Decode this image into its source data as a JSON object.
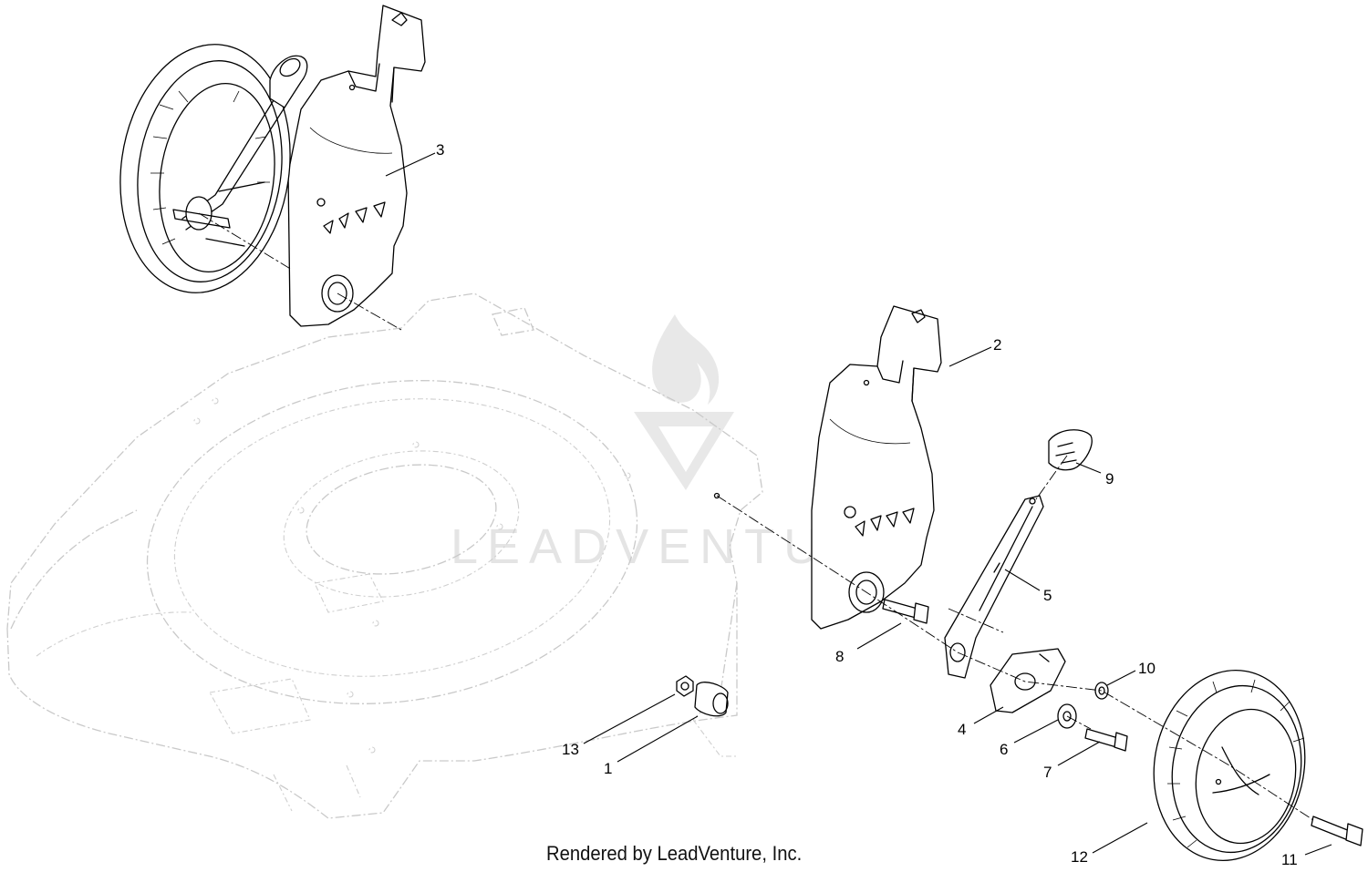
{
  "watermark": {
    "text": "LEADVENTURE"
  },
  "credit": "Rendered by LeadVenture, Inc.",
  "callouts": [
    {
      "id": "1",
      "label": "1"
    },
    {
      "id": "2",
      "label": "2"
    },
    {
      "id": "3",
      "label": "3"
    },
    {
      "id": "4",
      "label": "4"
    },
    {
      "id": "5",
      "label": "5"
    },
    {
      "id": "6",
      "label": "6"
    },
    {
      "id": "7",
      "label": "7"
    },
    {
      "id": "8",
      "label": "8"
    },
    {
      "id": "9",
      "label": "9"
    },
    {
      "id": "10",
      "label": "10"
    },
    {
      "id": "11",
      "label": "11"
    },
    {
      "id": "12",
      "label": "12"
    },
    {
      "id": "13",
      "label": "13"
    }
  ]
}
